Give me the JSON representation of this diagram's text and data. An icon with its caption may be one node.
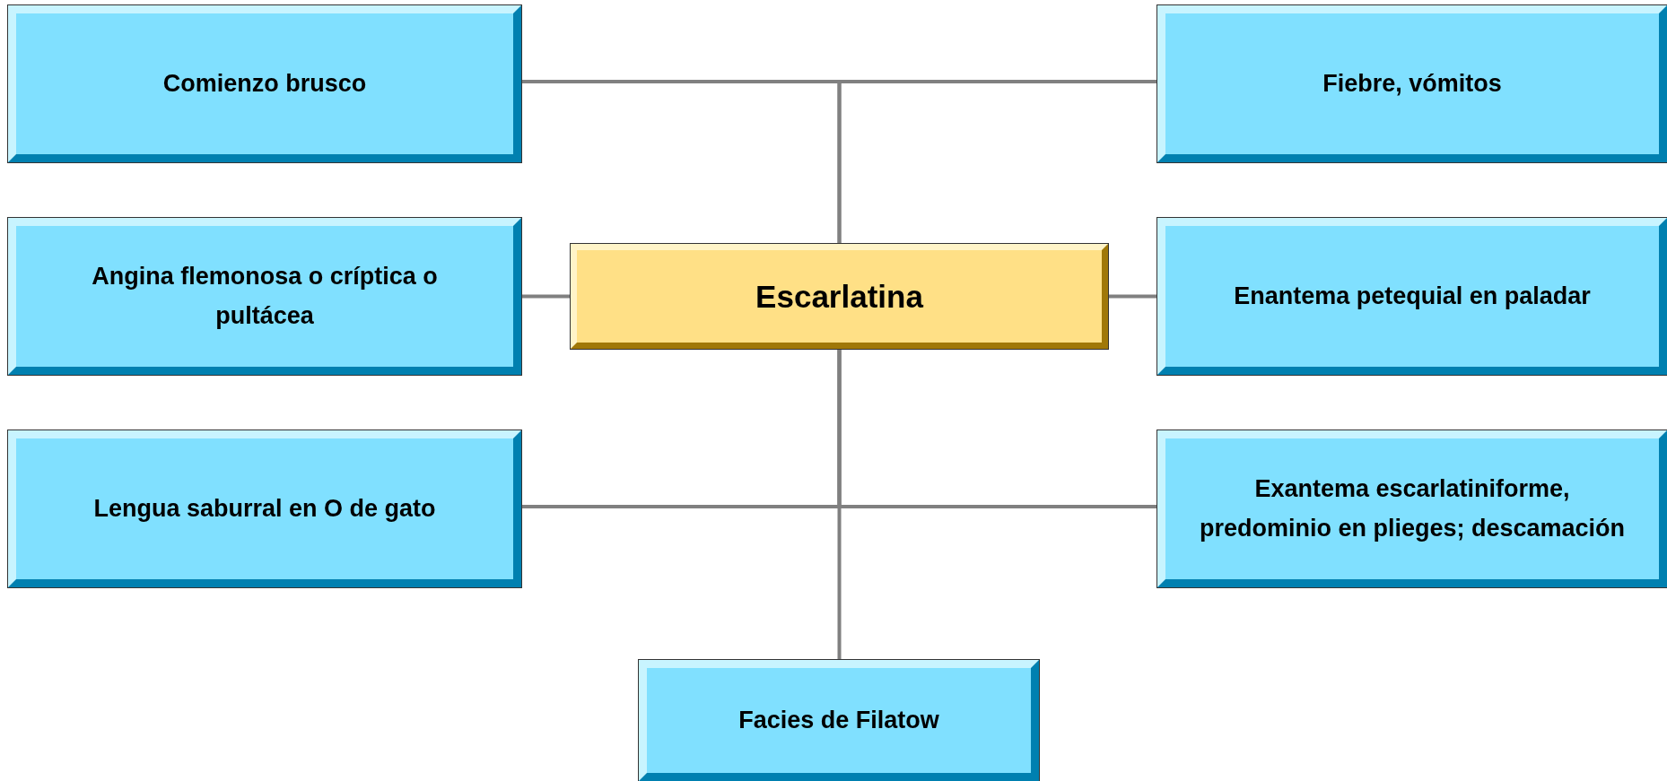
{
  "diagram": {
    "nodes": [
      {
        "text": [
          "Comienzo brusco"
        ]
      },
      {
        "text": [
          "Fiebre, vómitos"
        ]
      },
      {
        "text": [
          "Angina flemonosa o críptica o pultácea"
        ]
      },
      {
        "text": [
          "Escarlatina"
        ]
      },
      {
        "text": [
          "Enantema petequial en paladar"
        ]
      },
      {
        "text": [
          "Lengua saburral en O de gato"
        ]
      },
      {
        "text": [
          "Exantema escarlatiniforme, predominio en plieges; descamación"
        ]
      },
      {
        "text": [
          "Facies de Filatow"
        ]
      }
    ],
    "edges": [
      {
        "from": 3,
        "to": 0,
        "arrow": "none"
      },
      {
        "from": 3,
        "to": 1,
        "arrow": "none"
      },
      {
        "from": 3,
        "to": 2,
        "arrow": "none"
      },
      {
        "from": 3,
        "to": 4,
        "arrow": "none"
      },
      {
        "from": 3,
        "to": 5,
        "arrow": "none"
      },
      {
        "from": 3,
        "to": 6,
        "arrow": "none"
      },
      {
        "from": 3,
        "to": 7,
        "arrow": "none"
      }
    ]
  }
}
